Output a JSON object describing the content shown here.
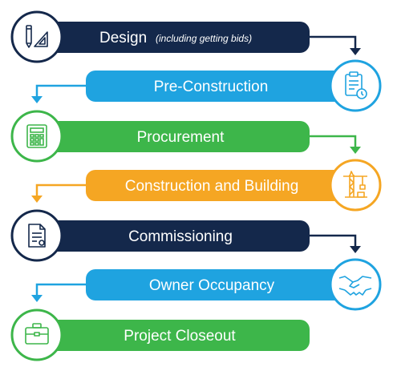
{
  "colors": {
    "navy": "#14284b",
    "blue": "#1fa3e0",
    "green": "#3db64a",
    "orange": "#f5a623"
  },
  "steps": [
    {
      "label": "Design",
      "note": "(including getting bids)",
      "color": "navy",
      "icon": "drafting-tools-icon",
      "side": "left"
    },
    {
      "label": "Pre-Construction",
      "note": "",
      "color": "blue",
      "icon": "clipboard-clock-icon",
      "side": "right"
    },
    {
      "label": "Procurement",
      "note": "",
      "color": "green",
      "icon": "calculator-icon",
      "side": "left"
    },
    {
      "label": "Construction and Building",
      "note": "",
      "color": "orange",
      "icon": "crane-icon",
      "side": "right"
    },
    {
      "label": "Commissioning",
      "note": "",
      "color": "navy",
      "icon": "document-icon",
      "side": "left"
    },
    {
      "label": "Owner Occupancy",
      "note": "",
      "color": "blue",
      "icon": "handshake-icon",
      "side": "right"
    },
    {
      "label": "Project Closeout",
      "note": "",
      "color": "green",
      "icon": "briefcase-icon",
      "side": "left"
    }
  ]
}
